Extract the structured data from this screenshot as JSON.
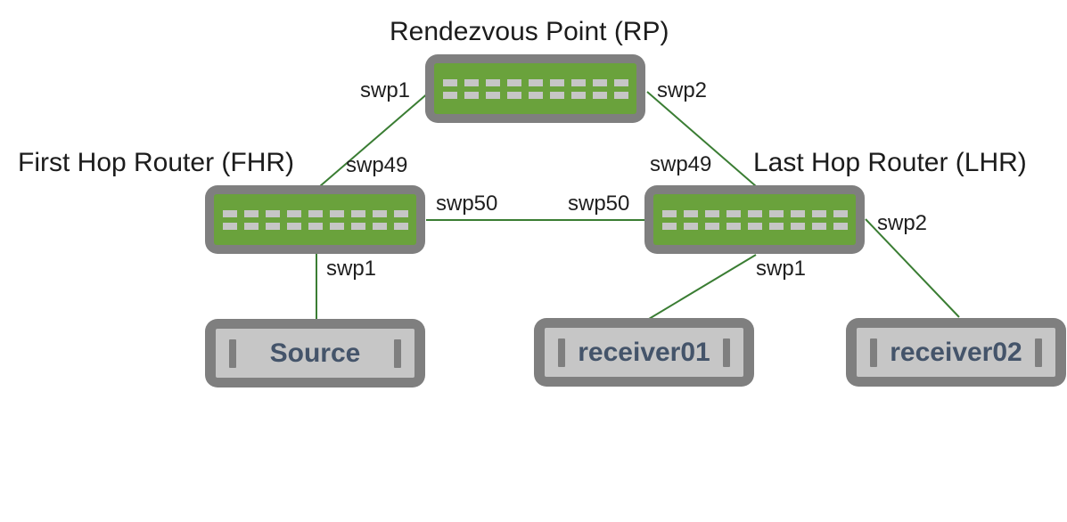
{
  "nodes": {
    "rp": {
      "label": "Rendezvous Point (RP)",
      "type": "router"
    },
    "fhr": {
      "label": "First Hop Router (FHR)",
      "type": "router"
    },
    "lhr": {
      "label": "Last Hop Router (LHR)",
      "type": "router"
    },
    "source": {
      "label": "Source",
      "type": "host"
    },
    "receiver01": {
      "label": "receiver01",
      "type": "host"
    },
    "receiver02": {
      "label": "receiver02",
      "type": "host"
    }
  },
  "links": [
    {
      "from": "rp",
      "to": "fhr",
      "from_port": "swp1",
      "to_port": "swp49"
    },
    {
      "from": "rp",
      "to": "lhr",
      "from_port": "swp2",
      "to_port": "swp49"
    },
    {
      "from": "fhr",
      "to": "lhr",
      "from_port": "swp50",
      "to_port": "swp50"
    },
    {
      "from": "fhr",
      "to": "source",
      "from_port": "swp1"
    },
    {
      "from": "lhr",
      "to": "receiver01",
      "from_port": "swp1"
    },
    {
      "from": "lhr",
      "to": "receiver02",
      "from_port": "swp2"
    }
  ],
  "colors": {
    "router_green": "#6aa23c",
    "chassis_gray": "#7f7f7f",
    "port_dash_gray": "#c6c6c6",
    "host_fill_gray": "#c6c6c6",
    "link_green": "#3a7d33",
    "host_label_blue": "#44546a",
    "label_black": "#1f1f1f"
  }
}
